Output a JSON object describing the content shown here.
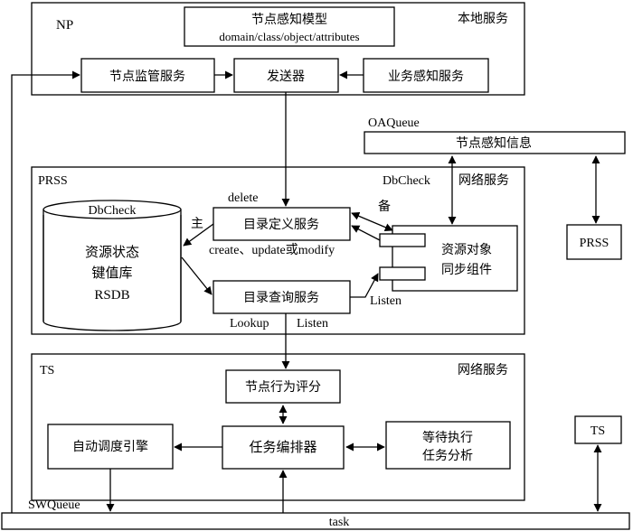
{
  "np": {
    "label": "NP",
    "local_service": "本地服务",
    "model_title": "节点感知模型",
    "model_sub": "domain/class/object/attributes",
    "monitor": "节点监管服务",
    "sender": "发送器",
    "biz": "业务感知服务"
  },
  "oa": {
    "queue": "OAQueue",
    "info": "节点感知信息"
  },
  "prss": {
    "label": "PRSS",
    "dbcheck": "DbCheck",
    "net_service": "网络服务",
    "delete": "delete",
    "bei": "备",
    "zhu": "主",
    "db_title": "DbCheck",
    "db_l1": "资源状态",
    "db_l2": "键值库",
    "db_l3": "RSDB",
    "catalog_def": "目录定义服务",
    "create": "create、update或modify",
    "sync_l1": "资源对象",
    "sync_l2": "同步组件",
    "catalog_query": "目录查询服务",
    "listen_right": "Listen",
    "lookup": "Lookup",
    "listen_bottom": "Listen"
  },
  "prss_external": "PRSS",
  "ts": {
    "label": "TS",
    "net_service": "网络服务",
    "score": "节点行为评分",
    "orch": "任务编排器",
    "auto": "自动调度引擎",
    "wait_l1": "等待执行",
    "wait_l2": "任务分析"
  },
  "ts_external": "TS",
  "sw": {
    "queue": "SWQueue",
    "task": "task"
  }
}
